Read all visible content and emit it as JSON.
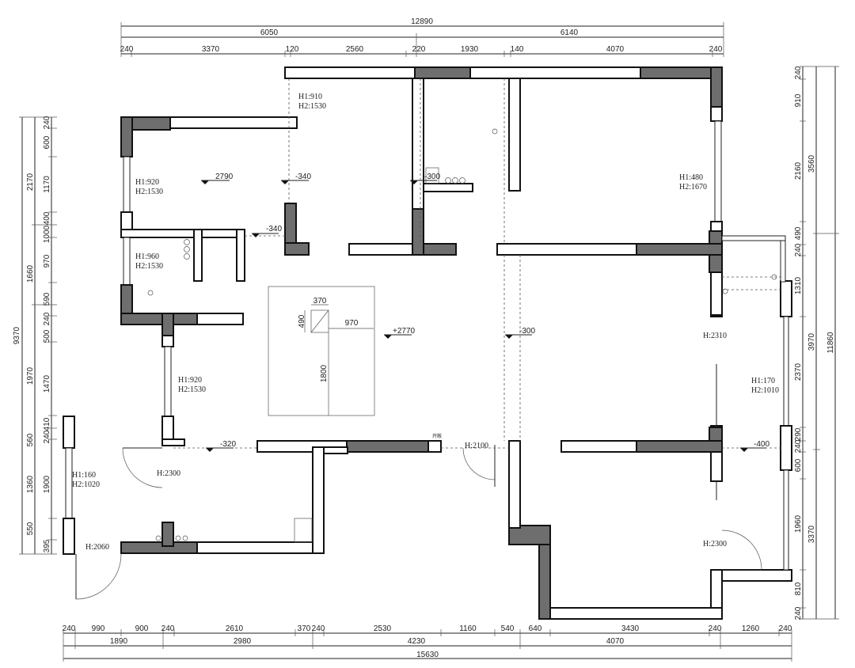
{
  "dimensions": {
    "top_overall": "12890",
    "top_mid": [
      "6050",
      "6140"
    ],
    "top_detail": [
      "240",
      "3370",
      "120",
      "2560",
      "220",
      "1930",
      "140",
      "4070",
      "240"
    ],
    "bottom_detail": [
      "240",
      "990",
      "900",
      "240",
      "2610",
      "370",
      "240",
      "2530",
      "1160",
      "540",
      "640",
      "3430",
      "240",
      "1260",
      "240"
    ],
    "bottom_mid": [
      "1890",
      "2980",
      "4230",
      "4070"
    ],
    "bottom_overall": "15630",
    "left_detail": [
      "240",
      "600",
      "1170",
      "400",
      "1000",
      "970",
      "590",
      "240",
      "500",
      "1470",
      "410",
      "240",
      "560",
      "1900",
      "1360",
      "550",
      "395"
    ],
    "left_mid": [
      "2170",
      "1660",
      "1970"
    ],
    "left_overall": "9370",
    "right_detail": [
      "240",
      "910",
      "2160",
      "490",
      "240",
      "1310",
      "2370",
      "290",
      "240",
      "600",
      "1960",
      "810",
      "240"
    ],
    "right_mid": [
      "3560",
      "3970",
      "3370"
    ],
    "right_overall": "11860",
    "island": [
      "370",
      "490",
      "970",
      "1800"
    ]
  },
  "annotations": {
    "window_a_h1": "H1:920",
    "window_a_h2": "H2:1530",
    "window_b_h1": "H1:960",
    "window_b_h2": "H2:1530",
    "window_c_h1": "H1:910",
    "window_c_h2": "H2:1530",
    "window_d_h1": "H1:480",
    "window_d_h2": "H2:1670",
    "window_e_h1": "H1:920",
    "window_e_h2": "H2:1530",
    "window_f_h1": "H1:160",
    "window_f_h2": "H2:1020",
    "window_g_h1": "H1:170",
    "window_g_h2": "H2:1010",
    "door_h2300_a": "H:2300",
    "door_h2060": "H:2060",
    "door_h2100": "H:2100",
    "door_h2310": "H:2310",
    "door_h2300_b": "H:2300",
    "level_2790": "2790",
    "level_340_a": "-340",
    "level_340_b": "-340",
    "level_300_a": "-300",
    "level_2770": "+2770",
    "level_300_b": "-300",
    "level_320": "-320",
    "level_400": "-400",
    "small_label": "开敞"
  }
}
